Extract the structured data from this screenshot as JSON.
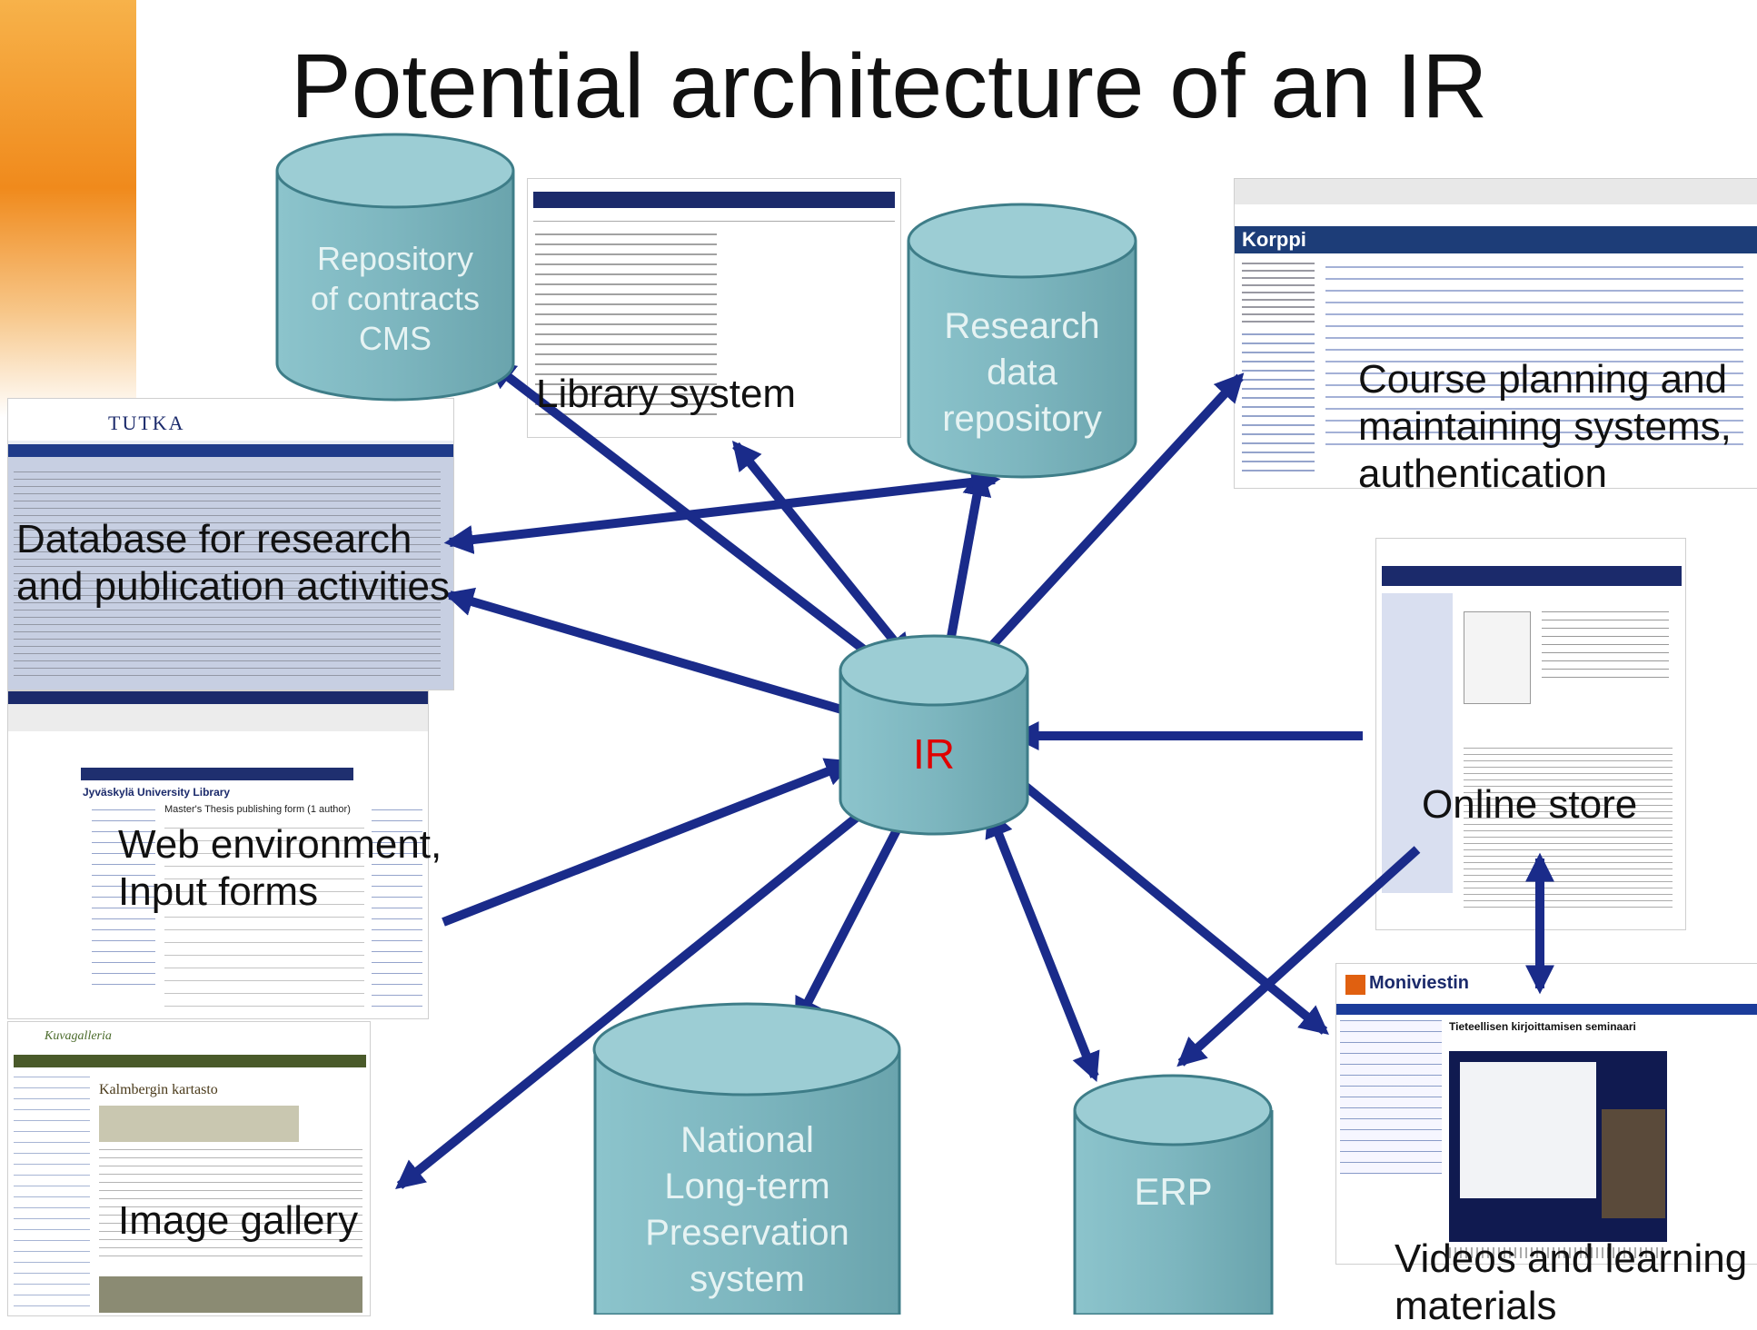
{
  "title": "Potential architecture of an IR",
  "center_node": "IR",
  "cylinders": {
    "contracts": [
      "Repository",
      "of contracts",
      "CMS"
    ],
    "research_data": [
      "Research",
      "data",
      "repository"
    ],
    "national": [
      "National",
      "Long-term",
      "Preservation",
      "system"
    ],
    "erp": [
      "ERP"
    ]
  },
  "labels": {
    "library_system": "Library system",
    "course_planning": [
      "Course planning and",
      "maintaining systems,",
      "authentication"
    ],
    "database": [
      "Database for research",
      "and publication activities"
    ],
    "web_env": [
      "Web environment,",
      "Input forms"
    ],
    "online_store": "Online store",
    "image_gallery": "Image gallery",
    "videos": [
      "Videos and learning",
      "materials"
    ]
  },
  "screenshots": {
    "tutka_header": "TUTKA",
    "korppi_logo": "Korppi",
    "library_header": "Jyväskylä University Library",
    "thesis_form": "Master's Thesis publishing form (1 author)",
    "moniviestin_logo": "Moniviestin",
    "seminar_title": "Tieteellisen kirjoittamisen seminaari",
    "kartasto_title": "Kalmbergin kartasto",
    "image_gallery_subtitle": "Kuvagalleria"
  },
  "colors": {
    "arrow": "#1a2b8a",
    "cylinder": "#7fb8c0",
    "cylinder_edge": "#3e7d88",
    "ir_text": "#e00000",
    "decor_orange": "#f08a1c"
  }
}
